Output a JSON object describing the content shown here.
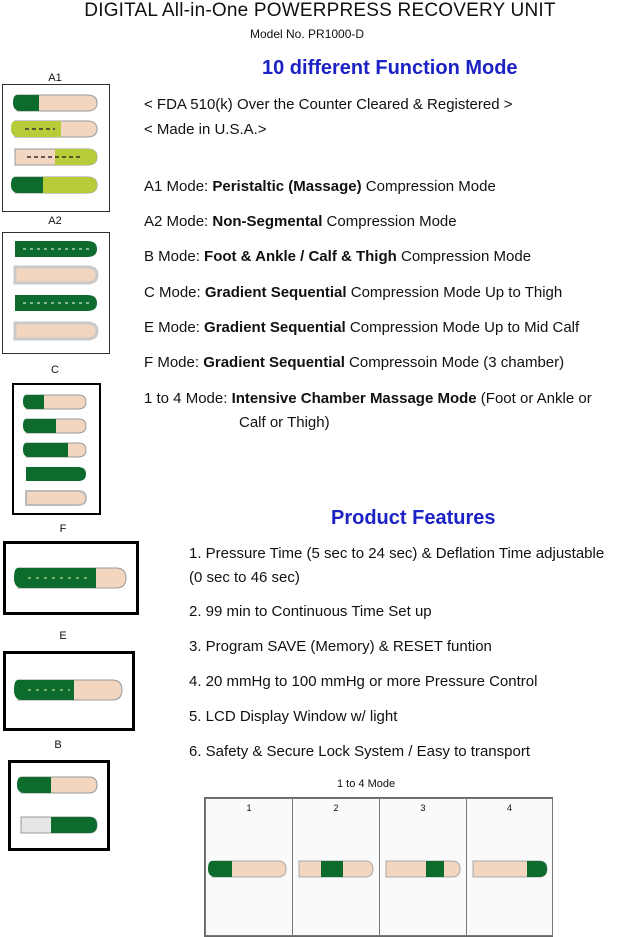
{
  "header": {
    "title": "DIGITAL All-in-One POWERPRESS RECOVERY UNIT",
    "model": "Model No. PR1000-D"
  },
  "function_section": {
    "heading": "10 different Function Mode",
    "cert_line1": "< FDA 510(k) Over the Counter Cleared & Registered >",
    "cert_line2": "< Made in U.S.A.>",
    "modes": [
      {
        "prefix": "A1 Mode: ",
        "bold": "Peristaltic (Massage)",
        "suffix": " Compression Mode"
      },
      {
        "prefix": "A2 Mode: ",
        "bold": "Non-Segmental",
        "suffix": " Compression Mode"
      },
      {
        "prefix": "B Mode: ",
        "bold": "Foot & Ankle / Calf & Thigh",
        "suffix": " Compression Mode"
      },
      {
        "prefix": "C Mode: ",
        "bold": "Gradient Sequential",
        "suffix": " Compression Mode Up to Thigh"
      },
      {
        "prefix": "E Mode: ",
        "bold": "Gradient Sequential",
        "suffix": " Compression Mode Up to Mid Calf"
      },
      {
        "prefix": "F Mode: ",
        "bold": "Gradient Sequential",
        "suffix": " Compressoin Mode (3 chamber)"
      },
      {
        "prefix": "1 to 4 Mode: ",
        "bold": "Intensive Chamber Massage Mode",
        "suffix": " (Foot or Ankle or",
        "continuation": "Calf or Thigh)"
      }
    ]
  },
  "features_section": {
    "heading": "Product Features",
    "items": [
      {
        "line1": "1. Pressure Time (5 sec to 24 sec) & Deflation Time adjustable",
        "line2": "(0 sec to 46 sec)"
      },
      {
        "line1": "2. 99 min to Continuous Time Set up"
      },
      {
        "line1": "3. Program SAVE (Memory) & RESET funtion"
      },
      {
        "line1": "4. 20 mmHg to 100 mmHg or more Pressure Control"
      },
      {
        "line1": "5. LCD Display Window w/ light"
      },
      {
        "line1": "6. Safety & Secure Lock System / Easy to transport"
      }
    ]
  },
  "diagram_labels": {
    "a1": "A1",
    "a2": "A2",
    "c": "C",
    "f": "F",
    "e": "E",
    "b": "B"
  },
  "chamber_diagram": {
    "caption": "1 to 4 Mode",
    "panels": [
      "1",
      "2",
      "3",
      "4"
    ]
  },
  "colors": {
    "heading_blue": "#1c22c4",
    "sleeve_green": "#0d6b2e",
    "sleeve_lime": "#b8cc3a",
    "skin": "#f3d6c0",
    "sleeve_gray": "#c9c9c9"
  }
}
